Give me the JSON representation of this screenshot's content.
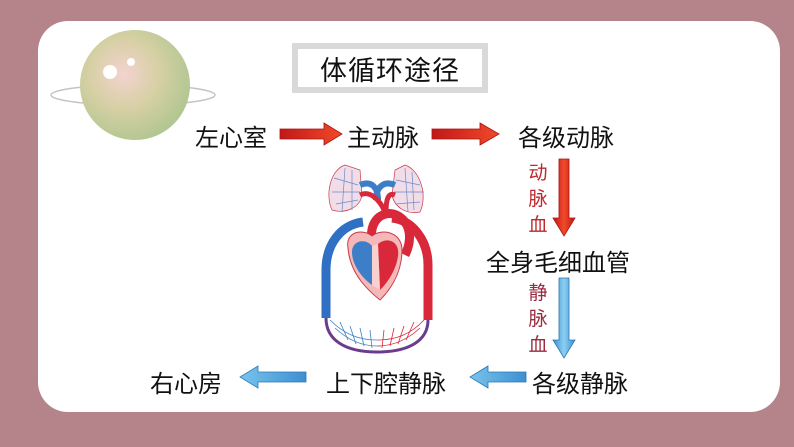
{
  "title": "体循环途径",
  "nodes": {
    "left_ventricle": "左心室",
    "aorta": "主动脉",
    "arteries": "各级动脉",
    "capillaries": "全身毛细血管",
    "veins": "各级静脉",
    "vena_cava": "上下腔静脉",
    "right_atrium": "右心房"
  },
  "blood_labels": {
    "arterial": [
      "动",
      "脉",
      "血"
    ],
    "venous": [
      "静",
      "脉",
      "血"
    ]
  },
  "colors": {
    "background": "#b5838a",
    "arterial_arrow": "#e8321f",
    "venous_arrow": "#5ab0e0"
  },
  "icons": [
    "planet-icon",
    "heart-circulation-diagram"
  ]
}
